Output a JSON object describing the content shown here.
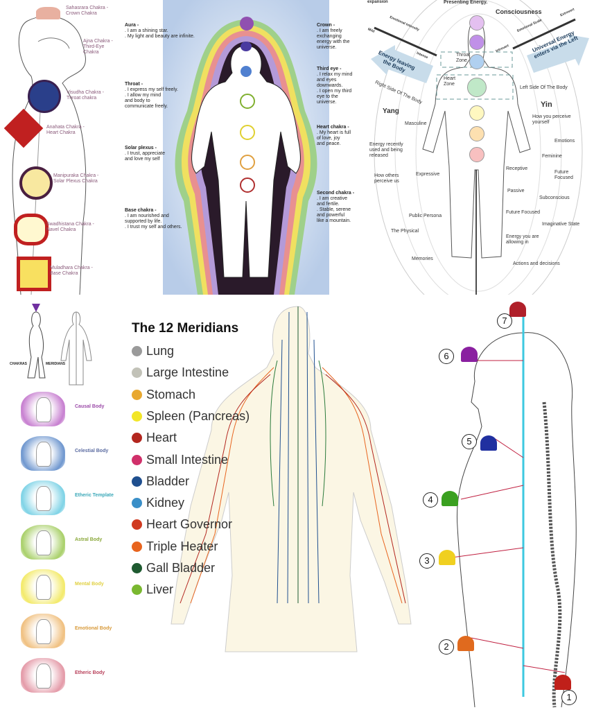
{
  "chakra_side_panel": {
    "labels": [
      "Sahasrara Chakra -\nCrown Chakra",
      "Ajna Chakra -\nThird-Eye\nChakra",
      "Visudha Chakra -\nThroat chakra",
      "Anahata Chakra -\nHeart Chakra",
      "Manipuraka Chakra -\nSolar Plexus Chakra",
      "Swadhistana Chakra -\nNavel Chakra",
      "Muladhara Chakra -\nBase Chakra"
    ]
  },
  "affirmations_panel": {
    "blocks": [
      {
        "title": "Aura -",
        "text": ". I am a shining star.\n. My light and beauty are infinite."
      },
      {
        "title": "Throat -",
        "text": ". I express my self freely.\n. I allow my mind\n  and body to\n  communicate freely."
      },
      {
        "title": "Solar plexus -",
        "text": ". I trust, appreciate\n  and love my self"
      },
      {
        "title": "Base chakra -",
        "text": ". I am nourished and\n  supported by life.\n. I trust my self and others."
      },
      {
        "title": "Crown -",
        "text": ". I am freely\n  exchanging\n  energy with the\n  universe."
      },
      {
        "title": "Third eye -",
        "text": ". I relax my mind\n  and eyes\n  downwards.\n. I open my third\n  eye to the\n  universe."
      },
      {
        "title": "Heart chakra -",
        "text": ". My heart is full\n  of love, joy\n  and peace."
      },
      {
        "title": "Second chakra -",
        "text": ". I am creative\n  and fertile.\n. Stable, serene\n  and powerful\n  like a mountain."
      }
    ]
  },
  "yin_yang_panel": {
    "labels": [
      "expansion",
      "Presenting Energy.",
      "Consciousness",
      "Emotional Intensity",
      "Mild",
      "Intense",
      "Emotional Scale",
      "Extrovert",
      "Introvert",
      "Energy leaving\nthe Body",
      "Universal Energy\nenters via the Left",
      "Throat\nZone",
      "Heart\nZone",
      "Right Side Of The Body",
      "Left Side Of The Body",
      "Yang",
      "Yin",
      "Masculine",
      "Energy recently\nused and being\nreleased",
      "Expressive",
      "How others\nperceive us",
      "Public Persona",
      "The Physical",
      "Memories",
      "How you perceive\nyourself",
      "Emotions",
      "Feminine",
      "Receptive",
      "Future\nFocused",
      "Passive",
      "Subconscious",
      "Future Focused",
      "Imaginative State",
      "Energy you are\nallowing in",
      "Actions and decisions"
    ]
  },
  "energy_bodies_panel": {
    "chakras_label": "CHAKRAS",
    "meridians_label": "MERIDIANS",
    "bodies": [
      {
        "name": "Causal Body",
        "color": "#9b4aa8",
        "glow": "#c77fd0"
      },
      {
        "name": "Celestial Body",
        "color": "#5a6aa0",
        "glow": "#6f97cf"
      },
      {
        "name": "Etheric Template",
        "color": "#3aa8b8",
        "glow": "#7fd3e6"
      },
      {
        "name": "Astral Body",
        "color": "#8aa83a",
        "glow": "#a9d06a"
      },
      {
        "name": "Mental Body",
        "color": "#e0d040",
        "glow": "#f3ea6a"
      },
      {
        "name": "Emotional Body",
        "color": "#d89a3a",
        "glow": "#f0c080"
      },
      {
        "name": "Etheric Body",
        "color": "#b8405a",
        "glow": "#e49aa8"
      }
    ]
  },
  "meridians_panel": {
    "title": "The 12 Meridians",
    "items": [
      {
        "name": "Lung",
        "color": "#9a9a9a"
      },
      {
        "name": "Large Intestine",
        "color": "#c2c2b8"
      },
      {
        "name": "Stomach",
        "color": "#e8a830"
      },
      {
        "name": "Spleen (Pancreas)",
        "color": "#f2e628"
      },
      {
        "name": "Heart",
        "color": "#b3261e"
      },
      {
        "name": "Small Intestine",
        "color": "#d0306a"
      },
      {
        "name": "Bladder",
        "color": "#1f4f8f"
      },
      {
        "name": "Kidney",
        "color": "#3a8fc8"
      },
      {
        "name": "Heart Governor",
        "color": "#d03a20"
      },
      {
        "name": "Triple Heater",
        "color": "#e8641e"
      },
      {
        "name": "Gall Bladder",
        "color": "#1e5a30"
      },
      {
        "name": "Liver",
        "color": "#7ab830"
      }
    ]
  },
  "spine_panel": {
    "numbers": [
      "1",
      "2",
      "3",
      "4",
      "5",
      "6",
      "7"
    ],
    "lotus_colors": [
      "#c0201a",
      "#e06a1e",
      "#f0d020",
      "#3aa020",
      "#2030a0",
      "#8a20a0",
      "#b0202a"
    ],
    "axis_color": "#3cc8e0"
  }
}
